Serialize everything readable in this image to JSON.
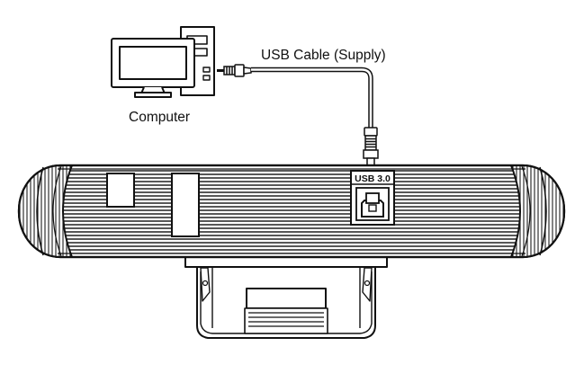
{
  "labels": {
    "cable": "USB Cable (Supply)",
    "computer": "Computer",
    "port": "USB 3.0"
  }
}
